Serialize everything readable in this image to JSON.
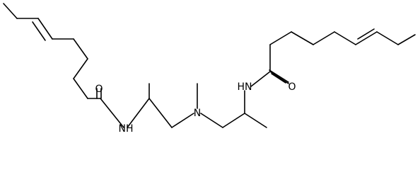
{
  "structure": {
    "atom_labels": {
      "amide_n_left": "NH",
      "amide_o_left": "O",
      "amine_n_center": "N",
      "amide_n_right": "HN",
      "amide_o_right": "O"
    }
  },
  "colors": {
    "bond": "#000000",
    "background": "#ffffff"
  }
}
